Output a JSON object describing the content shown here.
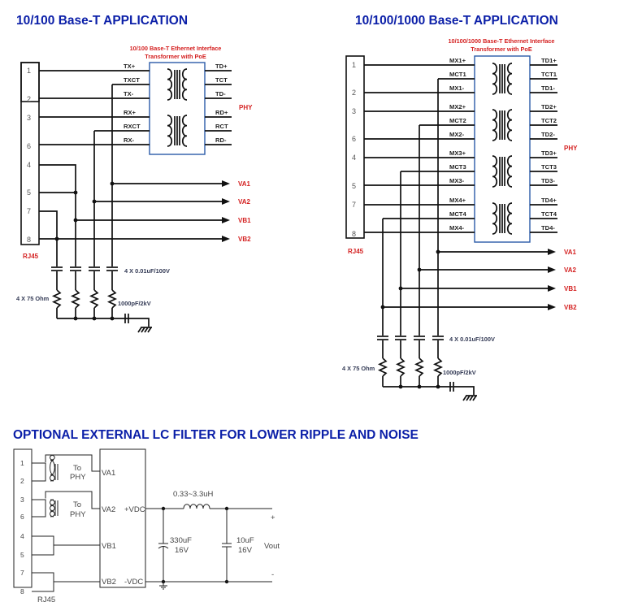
{
  "diagram_a": {
    "title": "10/100  Base-T  APPLICATION",
    "transformer_caption": [
      "10/100 Base-T Ethernet Interface",
      "Transformer with PoE"
    ],
    "pins": [
      "1",
      "2",
      "3",
      "6",
      "4",
      "5",
      "7",
      "8"
    ],
    "left_signals": [
      "TX+",
      "TXCT",
      "TX-",
      "RX+",
      "RXCT",
      "RX-"
    ],
    "right_signals": [
      "TD+",
      "TCT",
      "TD-",
      "RD+",
      "RCT",
      "RD-"
    ],
    "phy_label": "PHY",
    "connector_label": "RJ45",
    "outputs": [
      "VA1",
      "VA2",
      "VB1",
      "VB2"
    ],
    "cap_note": "4 X 0.01uF/100V",
    "res_note": "4 X 75 Ohm",
    "hv_cap_note": "1000pF/2kV"
  },
  "diagram_b": {
    "title": "10/100/1000  Base-T  APPLICATION",
    "transformer_caption": [
      "10/100/1000 Base-T Ethernet Interface",
      "Transformer with PoE"
    ],
    "pins": [
      "1",
      "2",
      "3",
      "6",
      "4",
      "5",
      "7",
      "8"
    ],
    "left_signals": [
      "MX1+",
      "MCT1",
      "MX1-",
      "MX2+",
      "MCT2",
      "MX2-",
      "MX3+",
      "MCT3",
      "MX3-",
      "MX4+",
      "MCT4",
      "MX4-"
    ],
    "right_signals": [
      "TD1+",
      "TCT1",
      "TD1-",
      "TD2+",
      "TCT2",
      "TD2-",
      "TD3+",
      "TCT3",
      "TD3-",
      "TD4+",
      "TCT4",
      "TD4-"
    ],
    "phy_label": "PHY",
    "connector_label": "RJ45",
    "outputs": [
      "VA1",
      "VA2",
      "VB1",
      "VB2"
    ],
    "cap_note": "4 X 0.01uF/100V",
    "res_note": "4 X 75 Ohm",
    "hv_cap_note": "1000pF/2kV"
  },
  "diagram_c": {
    "title": "OPTIONAL  EXTERNAL  LC  FILTER  FOR  LOWER  RIPPLE  AND  NOISE",
    "pins": [
      "1",
      "2",
      "3",
      "6",
      "4",
      "5",
      "7",
      "8"
    ],
    "to_phy": [
      "To",
      "PHY"
    ],
    "module_inputs": [
      "VA1",
      "VA2",
      "VB1",
      "VB2"
    ],
    "module_outputs": [
      "+VDC",
      "-VDC"
    ],
    "connector_label": "RJ45",
    "inductor": "0.33~3.3uH",
    "cap1": [
      "330uF",
      "16V"
    ],
    "cap2": [
      "10uF",
      "16V"
    ],
    "vout": "Vout",
    "plus": "+",
    "minus": "-"
  }
}
